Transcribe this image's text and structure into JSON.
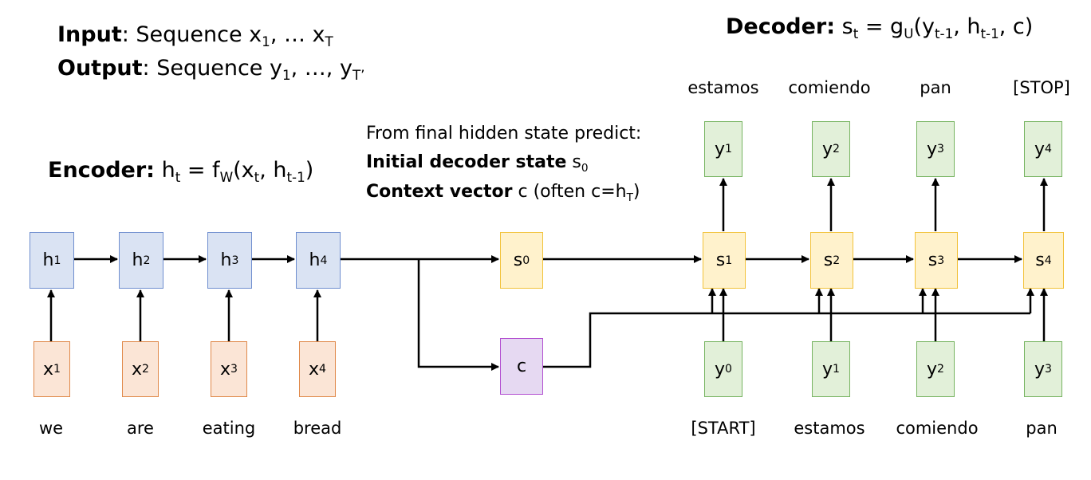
{
  "header": {
    "input_label": "Input",
    "input_text": ": Sequence x",
    "input_sub1": "1",
    "input_mid": ", … x",
    "input_sub2": "T",
    "output_label": "Output",
    "output_text": ": Sequence y",
    "output_sub1": "1",
    "output_mid": ", …, y",
    "output_sub2": "T’"
  },
  "decoder_formula": {
    "label": "Decoder:",
    "s": "s",
    "s_sub": "t",
    "eq": " = g",
    "g_sub": "U",
    "open": "(y",
    "y_sub": "t-1",
    "comma": ", h",
    "h_sub": "t-1",
    "close": ", c)"
  },
  "encoder_formula": {
    "label": "Encoder:",
    "h": "h",
    "h_sub": "t",
    "eq": " = f",
    "f_sub": "W",
    "open": "(x",
    "x_sub": "t",
    "comma": ", h",
    "h2_sub": "t-1",
    "close": ")"
  },
  "note": {
    "line1": "From final hidden state predict:",
    "line2_bold": "Initial decoder state",
    "line2_rest": " s",
    "line2_sub": "0",
    "line3_bold": "Context vector",
    "line3_rest": " c (often c=h",
    "line3_sub": "T",
    "line3_close": ")"
  },
  "encoder": {
    "hidden": [
      {
        "name": "h",
        "sub": "1"
      },
      {
        "name": "h",
        "sub": "2"
      },
      {
        "name": "h",
        "sub": "3"
      },
      {
        "name": "h",
        "sub": "4"
      }
    ],
    "inputs": [
      {
        "name": "x",
        "sub": "1"
      },
      {
        "name": "x",
        "sub": "2"
      },
      {
        "name": "x",
        "sub": "3"
      },
      {
        "name": "x",
        "sub": "4"
      }
    ],
    "words": [
      "we",
      "are",
      "eating",
      "bread"
    ]
  },
  "bridge": {
    "s0": {
      "name": "s",
      "sub": "0"
    },
    "c": {
      "name": "c"
    }
  },
  "decoder": {
    "states": [
      {
        "name": "s",
        "sub": "1"
      },
      {
        "name": "s",
        "sub": "2"
      },
      {
        "name": "s",
        "sub": "3"
      },
      {
        "name": "s",
        "sub": "4"
      }
    ],
    "outputs": [
      {
        "name": "y",
        "sub": "1"
      },
      {
        "name": "y",
        "sub": "2"
      },
      {
        "name": "y",
        "sub": "3"
      },
      {
        "name": "y",
        "sub": "4"
      }
    ],
    "inputs": [
      {
        "name": "y",
        "sub": "0"
      },
      {
        "name": "y",
        "sub": "1"
      },
      {
        "name": "y",
        "sub": "2"
      },
      {
        "name": "y",
        "sub": "3"
      }
    ],
    "output_words": [
      "estamos",
      "comiendo",
      "pan",
      "[STOP]"
    ],
    "input_words": [
      "[START]",
      "estamos",
      "comiendo",
      "pan"
    ]
  }
}
